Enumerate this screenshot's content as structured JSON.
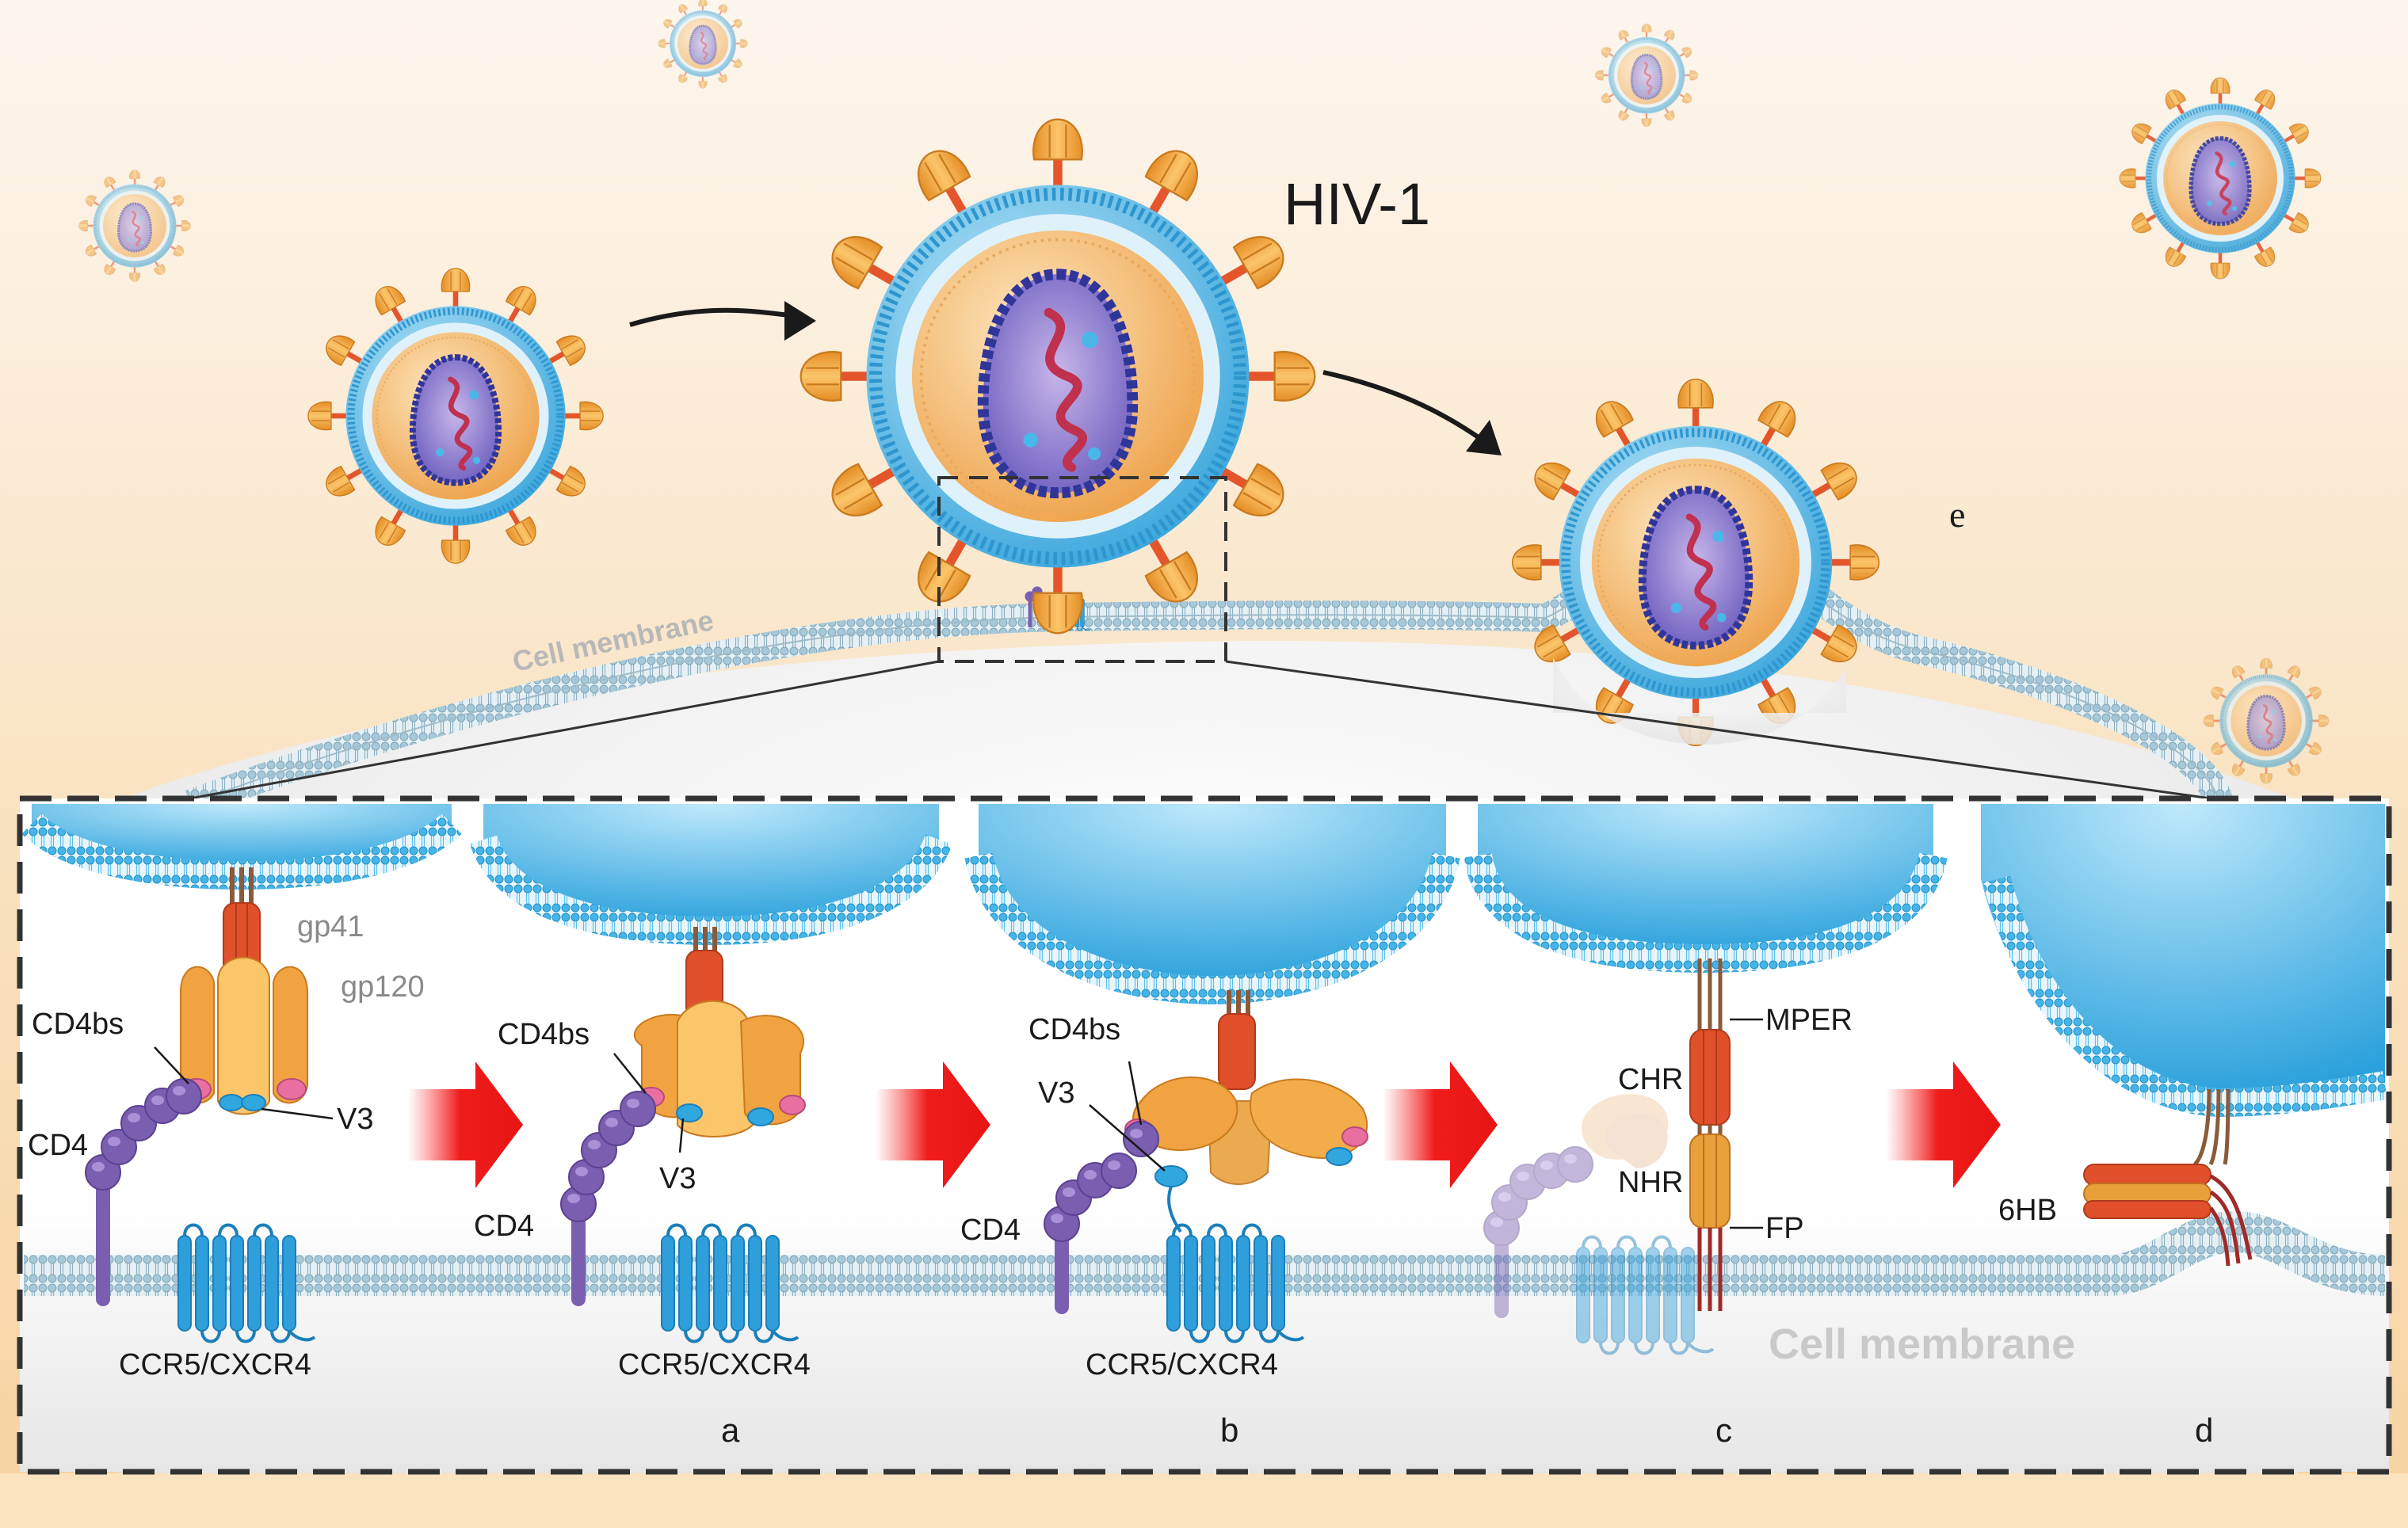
{
  "title": "HIV-1",
  "membrane_top_label": "Cell membrane",
  "membrane_bottom_label": "Cell membrane",
  "stage_e_label": "e",
  "panels": {
    "p0": {
      "gp41": "gp41",
      "gp120": "gp120",
      "cd4bs": "CD4bs",
      "v3": "V3",
      "cd4": "CD4",
      "coreceptor": "CCR5/CXCR4"
    },
    "a": {
      "cd4bs": "CD4bs",
      "v3": "V3",
      "cd4": "CD4",
      "coreceptor": "CCR5/CXCR4",
      "letter": "a"
    },
    "b": {
      "cd4bs": "CD4bs",
      "v3": "V3",
      "cd4": "CD4",
      "coreceptor": "CCR5/CXCR4",
      "letter": "b"
    },
    "c": {
      "mper": "MPER",
      "chr": "CHR",
      "nhr": "NHR",
      "fp": "FP",
      "letter": "c"
    },
    "d": {
      "sixhb": "6HB",
      "letter": "d"
    }
  },
  "colors": {
    "background_top": "#fdf3e6",
    "background_mid": "#f8d9aa",
    "envelope_blue": "#4eb7e6",
    "capsid_orange": "#f2b460",
    "core_blue": "#3b3f9e",
    "rna_red": "#c0304f",
    "gp120_orange": "#f4a43c",
    "gp41_red": "#e0502a",
    "cd4_purple": "#7a5fb0",
    "coreceptor_blue": "#2f9fdc",
    "arrow_red": "#ee1c1c",
    "gray_label": "#8a8a8a"
  }
}
